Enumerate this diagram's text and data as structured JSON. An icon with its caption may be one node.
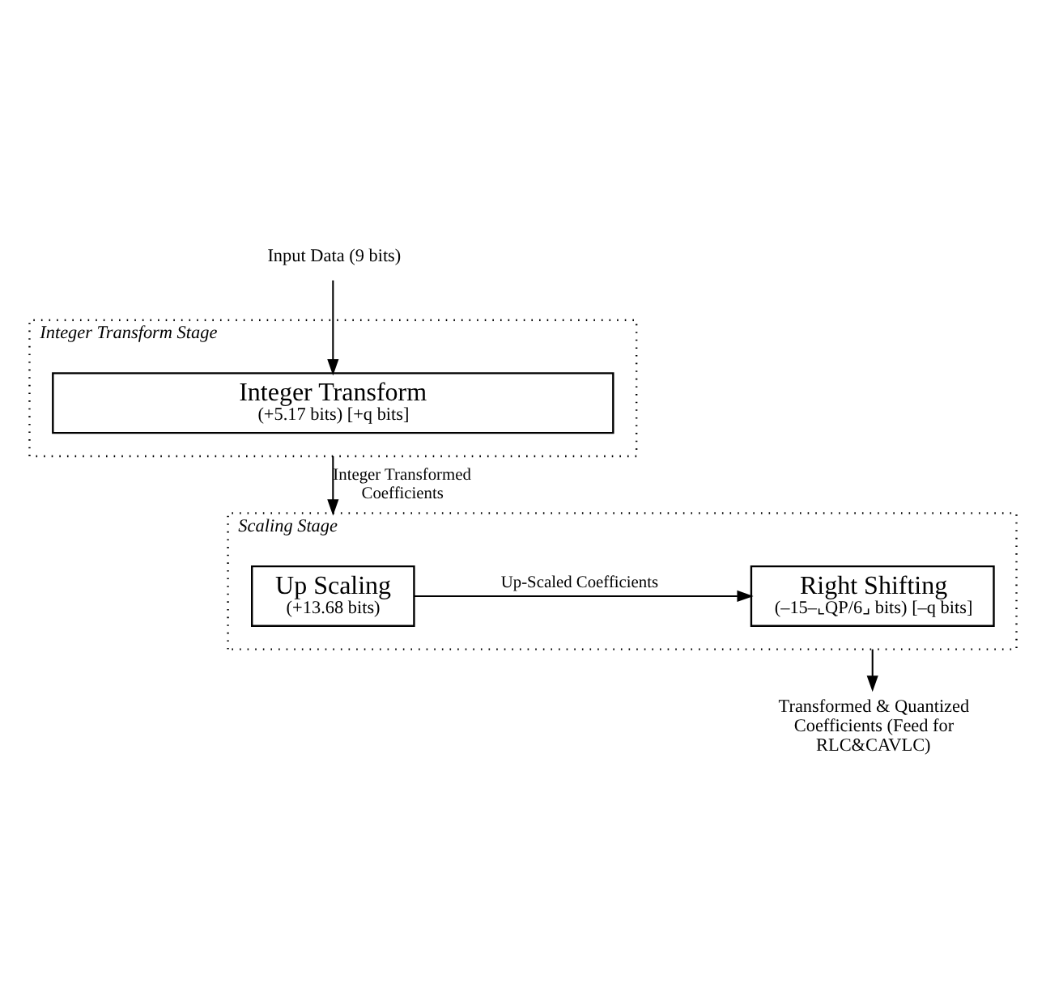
{
  "diagram": {
    "nodes": [
      {
        "text": [
          "Input Data (9 bits)"
        ]
      },
      {
        "text": [
          "Integer Transform Stage"
        ]
      },
      {
        "text": [
          "Integer Transform",
          "(+5.17 bits) [+q bits]"
        ],
        "in": 1
      },
      {
        "text": [
          "Scaling Stage"
        ]
      },
      {
        "text": [
          "Up Scaling",
          "(+13.68 bits)"
        ],
        "in": 3
      },
      {
        "text": [
          "Right Shifting",
          "(–15–⌞QP/6⌟ bits) [–q bits]"
        ],
        "in": 3
      },
      {
        "text": [
          "Transformed & Quantized Coefficients (Feed for RLC&CAVLC)"
        ]
      }
    ],
    "edges": [
      {
        "from": 0,
        "to": 2,
        "arrow": "to"
      },
      {
        "from": 1,
        "to": 3,
        "arrow": "to",
        "label": "Integer Transformed Coefficients"
      },
      {
        "from": 4,
        "to": 5,
        "arrow": "to",
        "label": "Up-Scaled Coefficients"
      },
      {
        "from": 3,
        "to": 6,
        "arrow": "to"
      }
    ]
  }
}
